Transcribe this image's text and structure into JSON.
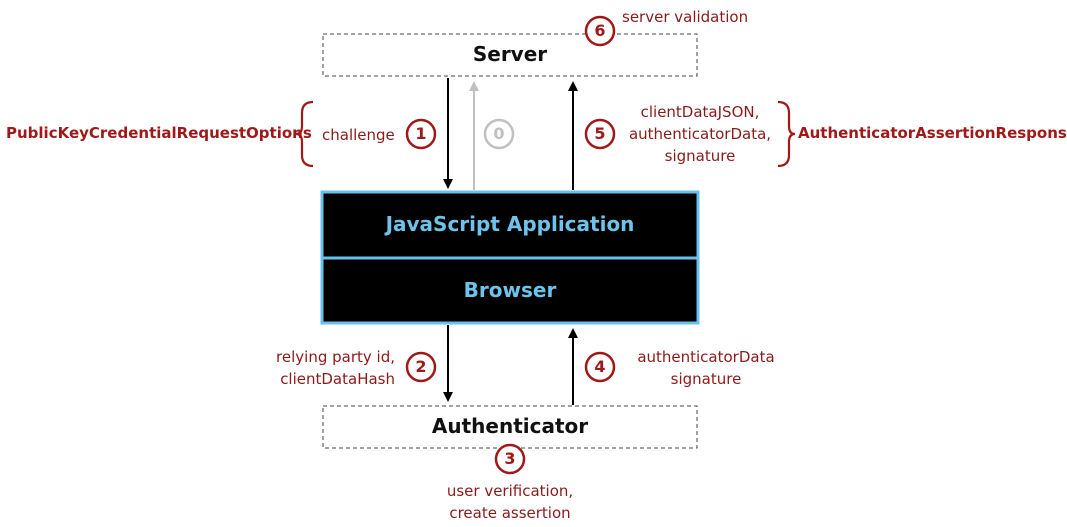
{
  "server": {
    "title": "Server"
  },
  "app": {
    "js_title": "JavaScript Application",
    "browser_title": "Browser"
  },
  "authenticator": {
    "title": "Authenticator"
  },
  "request_options": {
    "name": "PublicKeyCredentialRequestOptions",
    "field": "challenge"
  },
  "assertion_response": {
    "name": "AuthenticatorAssertionResponse",
    "fields": [
      "clientDataJSON,",
      "authenticatorData,",
      "signature"
    ]
  },
  "steps": {
    "s0": {
      "num": "0"
    },
    "s1": {
      "num": "1"
    },
    "s2": {
      "num": "2",
      "lines": [
        "relying party id,",
        "clientDataHash"
      ]
    },
    "s3": {
      "num": "3",
      "lines": [
        "user verification,",
        "create assertion"
      ]
    },
    "s4": {
      "num": "4",
      "lines": [
        "authenticatorData",
        "signature"
      ]
    },
    "s5": {
      "num": "5"
    },
    "s6": {
      "num": "6",
      "text": "server validation"
    }
  },
  "colors": {
    "accent": "#a01818",
    "box_dark": "#000000",
    "box_border": "#66c2ec",
    "box_text": "#6fc3ea",
    "faded": "#c0c0c0"
  }
}
